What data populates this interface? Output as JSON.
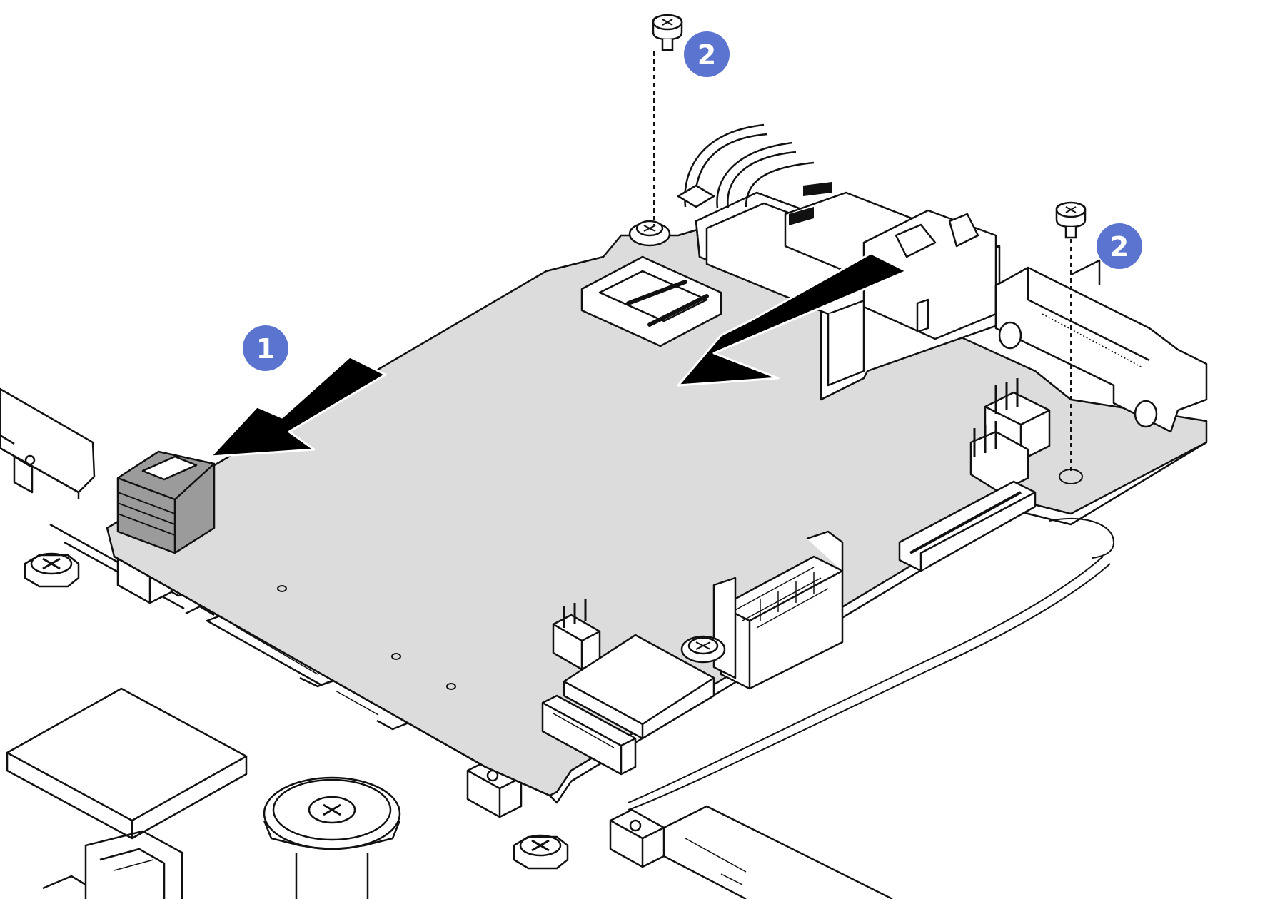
{
  "figure": {
    "callouts": [
      {
        "id": "step-1",
        "label": "1",
        "color": "#5b74d0"
      },
      {
        "id": "step-2a",
        "label": "2",
        "color": "#5b74d0"
      },
      {
        "id": "step-2b",
        "label": "2",
        "color": "#5b74d0"
      }
    ],
    "colors": {
      "board": "#dcdcdc",
      "line": "#111111",
      "latch": "#9b9b9b",
      "arrow": "#000000",
      "callout": "#5b74d0"
    }
  }
}
